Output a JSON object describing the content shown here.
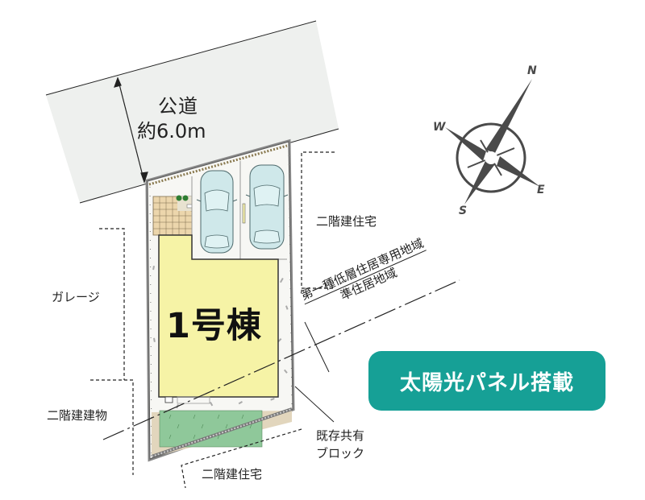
{
  "road": {
    "name": "公道",
    "width": "約6.0m",
    "fill": "#eef0ee"
  },
  "building": {
    "label": "1号棟",
    "fill": "#f6f3a6"
  },
  "neighbors": {
    "right": "二階建住宅",
    "left_top": "ガレージ",
    "left_bottom": "二階建建物",
    "bottom": "二階建住宅"
  },
  "zoning": {
    "upper": "第一種低層住居専用地域",
    "lower": "準住居地域"
  },
  "block_note": {
    "line1": "既存共有",
    "line2": "ブロック"
  },
  "badge": {
    "label": "太陽光パネル搭載",
    "color": "#16a096"
  },
  "compass": {
    "n": "N",
    "e": "E",
    "s": "S",
    "w": "W",
    "color": "#4a4a4a"
  },
  "colors": {
    "lawn": "#8fc89a",
    "tile": "#ecd6ac",
    "car": "#cfe8ea",
    "soil": "#e2d6bd",
    "gravel": "#f7f7f4"
  }
}
